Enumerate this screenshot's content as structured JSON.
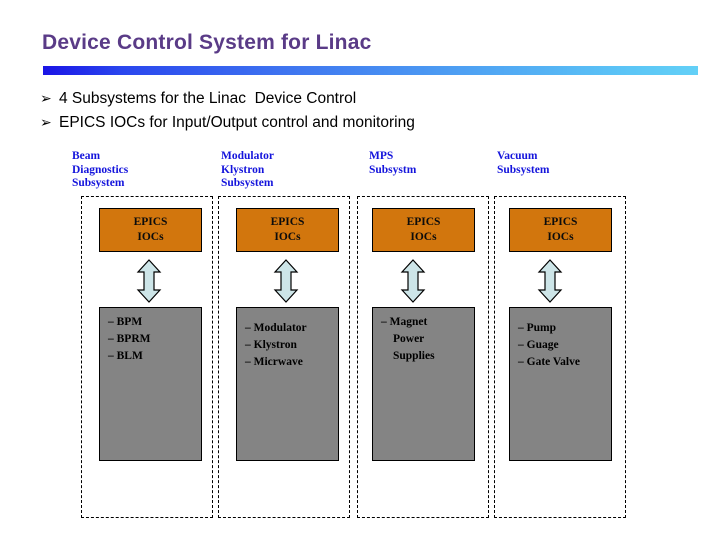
{
  "slide": {
    "title": "Device Control System for Linac",
    "accent_title_color": "#5a3b87",
    "rule_gradient_from": "#1a14e6",
    "rule_gradient_to": "#63d0f7"
  },
  "bullets": {
    "marker": "➢",
    "items": [
      {
        "text": "4 Subsystems for the Linac  Device Control"
      },
      {
        "text": "EPICS IOCs for Input/Output control and monitoring"
      }
    ]
  },
  "diagram": {
    "ioc_box_color": "#d2760d",
    "device_box_color": "#848484",
    "header_color": "#1414dc",
    "arrow_fill": "#cde5e8",
    "columns": [
      {
        "header": "Beam\nDiagnostics\nSubsystem",
        "ioc_line1": "EPICS",
        "ioc_line2": "IOCs",
        "arrow": "double-headed-vertical-arrow",
        "devices": [
          "– BPM",
          "– BPRM",
          "– BLM"
        ]
      },
      {
        "header": "Modulator\nKlystron\nSubsystem",
        "ioc_line1": "EPICS",
        "ioc_line2": "IOCs",
        "arrow": "double-headed-vertical-arrow",
        "devices": [
          "– Modulator",
          "– Klystron",
          "– Micrwave"
        ]
      },
      {
        "header": "MPS\nSubsystm",
        "ioc_line1": "EPICS",
        "ioc_line2": "IOCs",
        "arrow": "double-headed-vertical-arrow",
        "devices": [
          "– Magnet",
          "Power",
          "Supplies"
        ]
      },
      {
        "header": "Vacuum\nSubsystem",
        "ioc_line1": "EPICS",
        "ioc_line2": "IOCs",
        "arrow": "double-headed-vertical-arrow",
        "devices": [
          "– Pump",
          "– Guage",
          "– Gate Valve"
        ]
      }
    ]
  }
}
